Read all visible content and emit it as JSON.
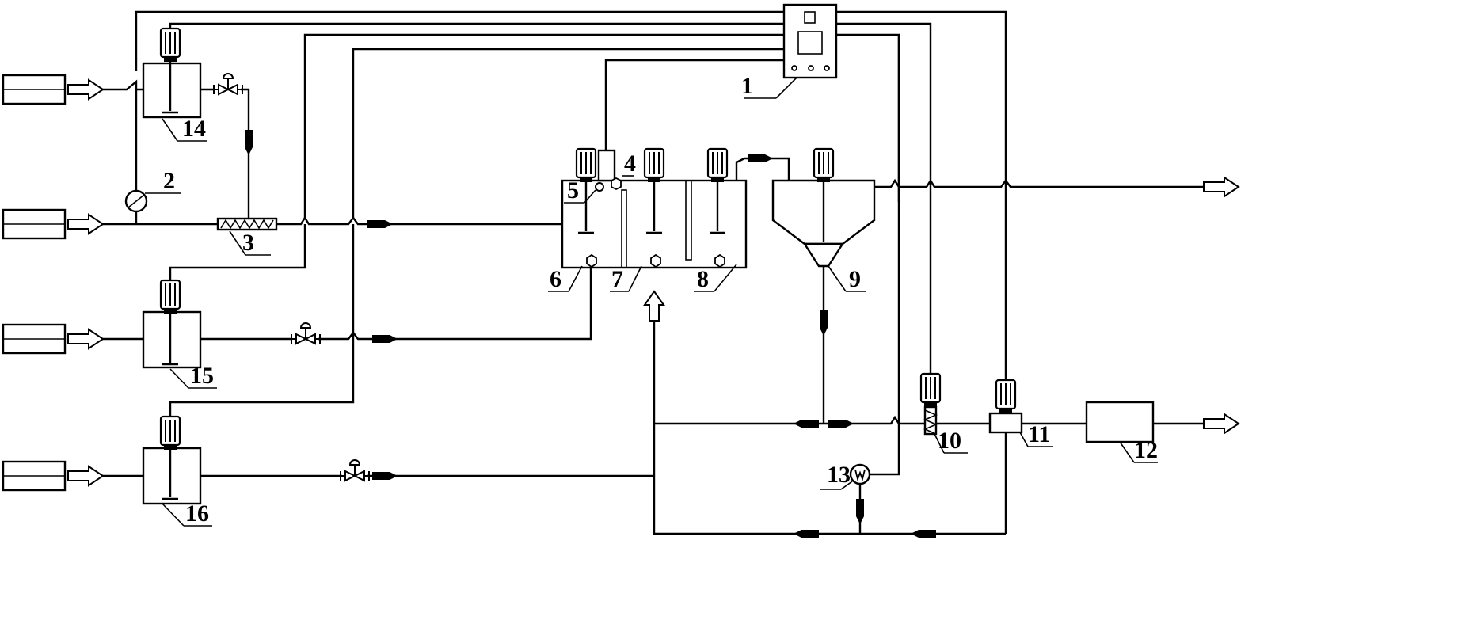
{
  "labels": {
    "n1": "1",
    "n2": "2",
    "n3": "3",
    "n4": "4",
    "n5": "5",
    "n6": "6",
    "n7": "7",
    "n8": "8",
    "n9": "9",
    "n10": "10",
    "n11": "11",
    "n12": "12",
    "n13": "13",
    "n14": "14",
    "n15": "15",
    "n16": "16"
  },
  "colors": {
    "stroke": "#000000",
    "background": "#ffffff"
  }
}
